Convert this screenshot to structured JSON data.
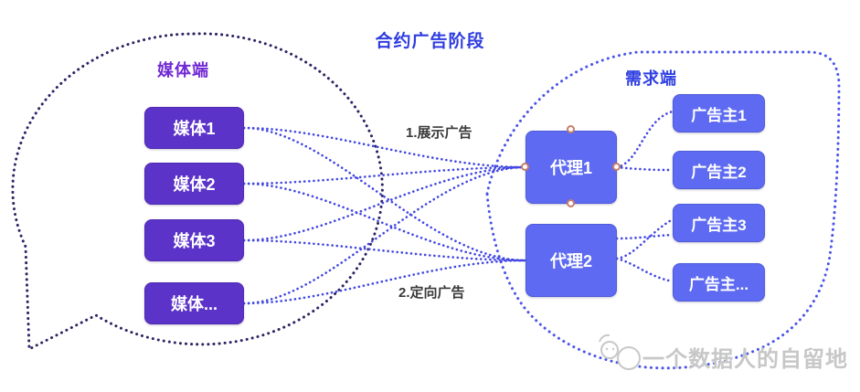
{
  "title": "合约广告阶段",
  "labels": {
    "flow1": "1.展示广告",
    "flow2": "2.定向广告"
  },
  "media_side": {
    "heading": "媒体端",
    "nodes": [
      {
        "label": "媒体1"
      },
      {
        "label": "媒体2"
      },
      {
        "label": "媒体3"
      },
      {
        "label": "媒体..."
      }
    ]
  },
  "demand_side": {
    "heading": "需求端",
    "agents": [
      {
        "label": "代理1"
      },
      {
        "label": "代理2"
      }
    ],
    "advertisers": [
      {
        "label": "广告主1"
      },
      {
        "label": "广告主2"
      },
      {
        "label": "广告主3"
      },
      {
        "label": "广告主..."
      }
    ]
  },
  "watermark": {
    "text": "一个数据人的自留地"
  },
  "colors": {
    "media_node": "#5b33c9",
    "demand_node": "#5d6af1",
    "media_bubble_outline": "#2d2263",
    "demand_bubble_outline": "#4a55e8",
    "link_line": "#4247e2",
    "title_text": "#2f3ce0",
    "media_heading": "#7129d3",
    "demand_heading": "#3040e2",
    "flow_label_text": "#3a3a3a",
    "selection_handle_ring": "#c67e6a",
    "watermark_text": "#c7c7c7"
  }
}
